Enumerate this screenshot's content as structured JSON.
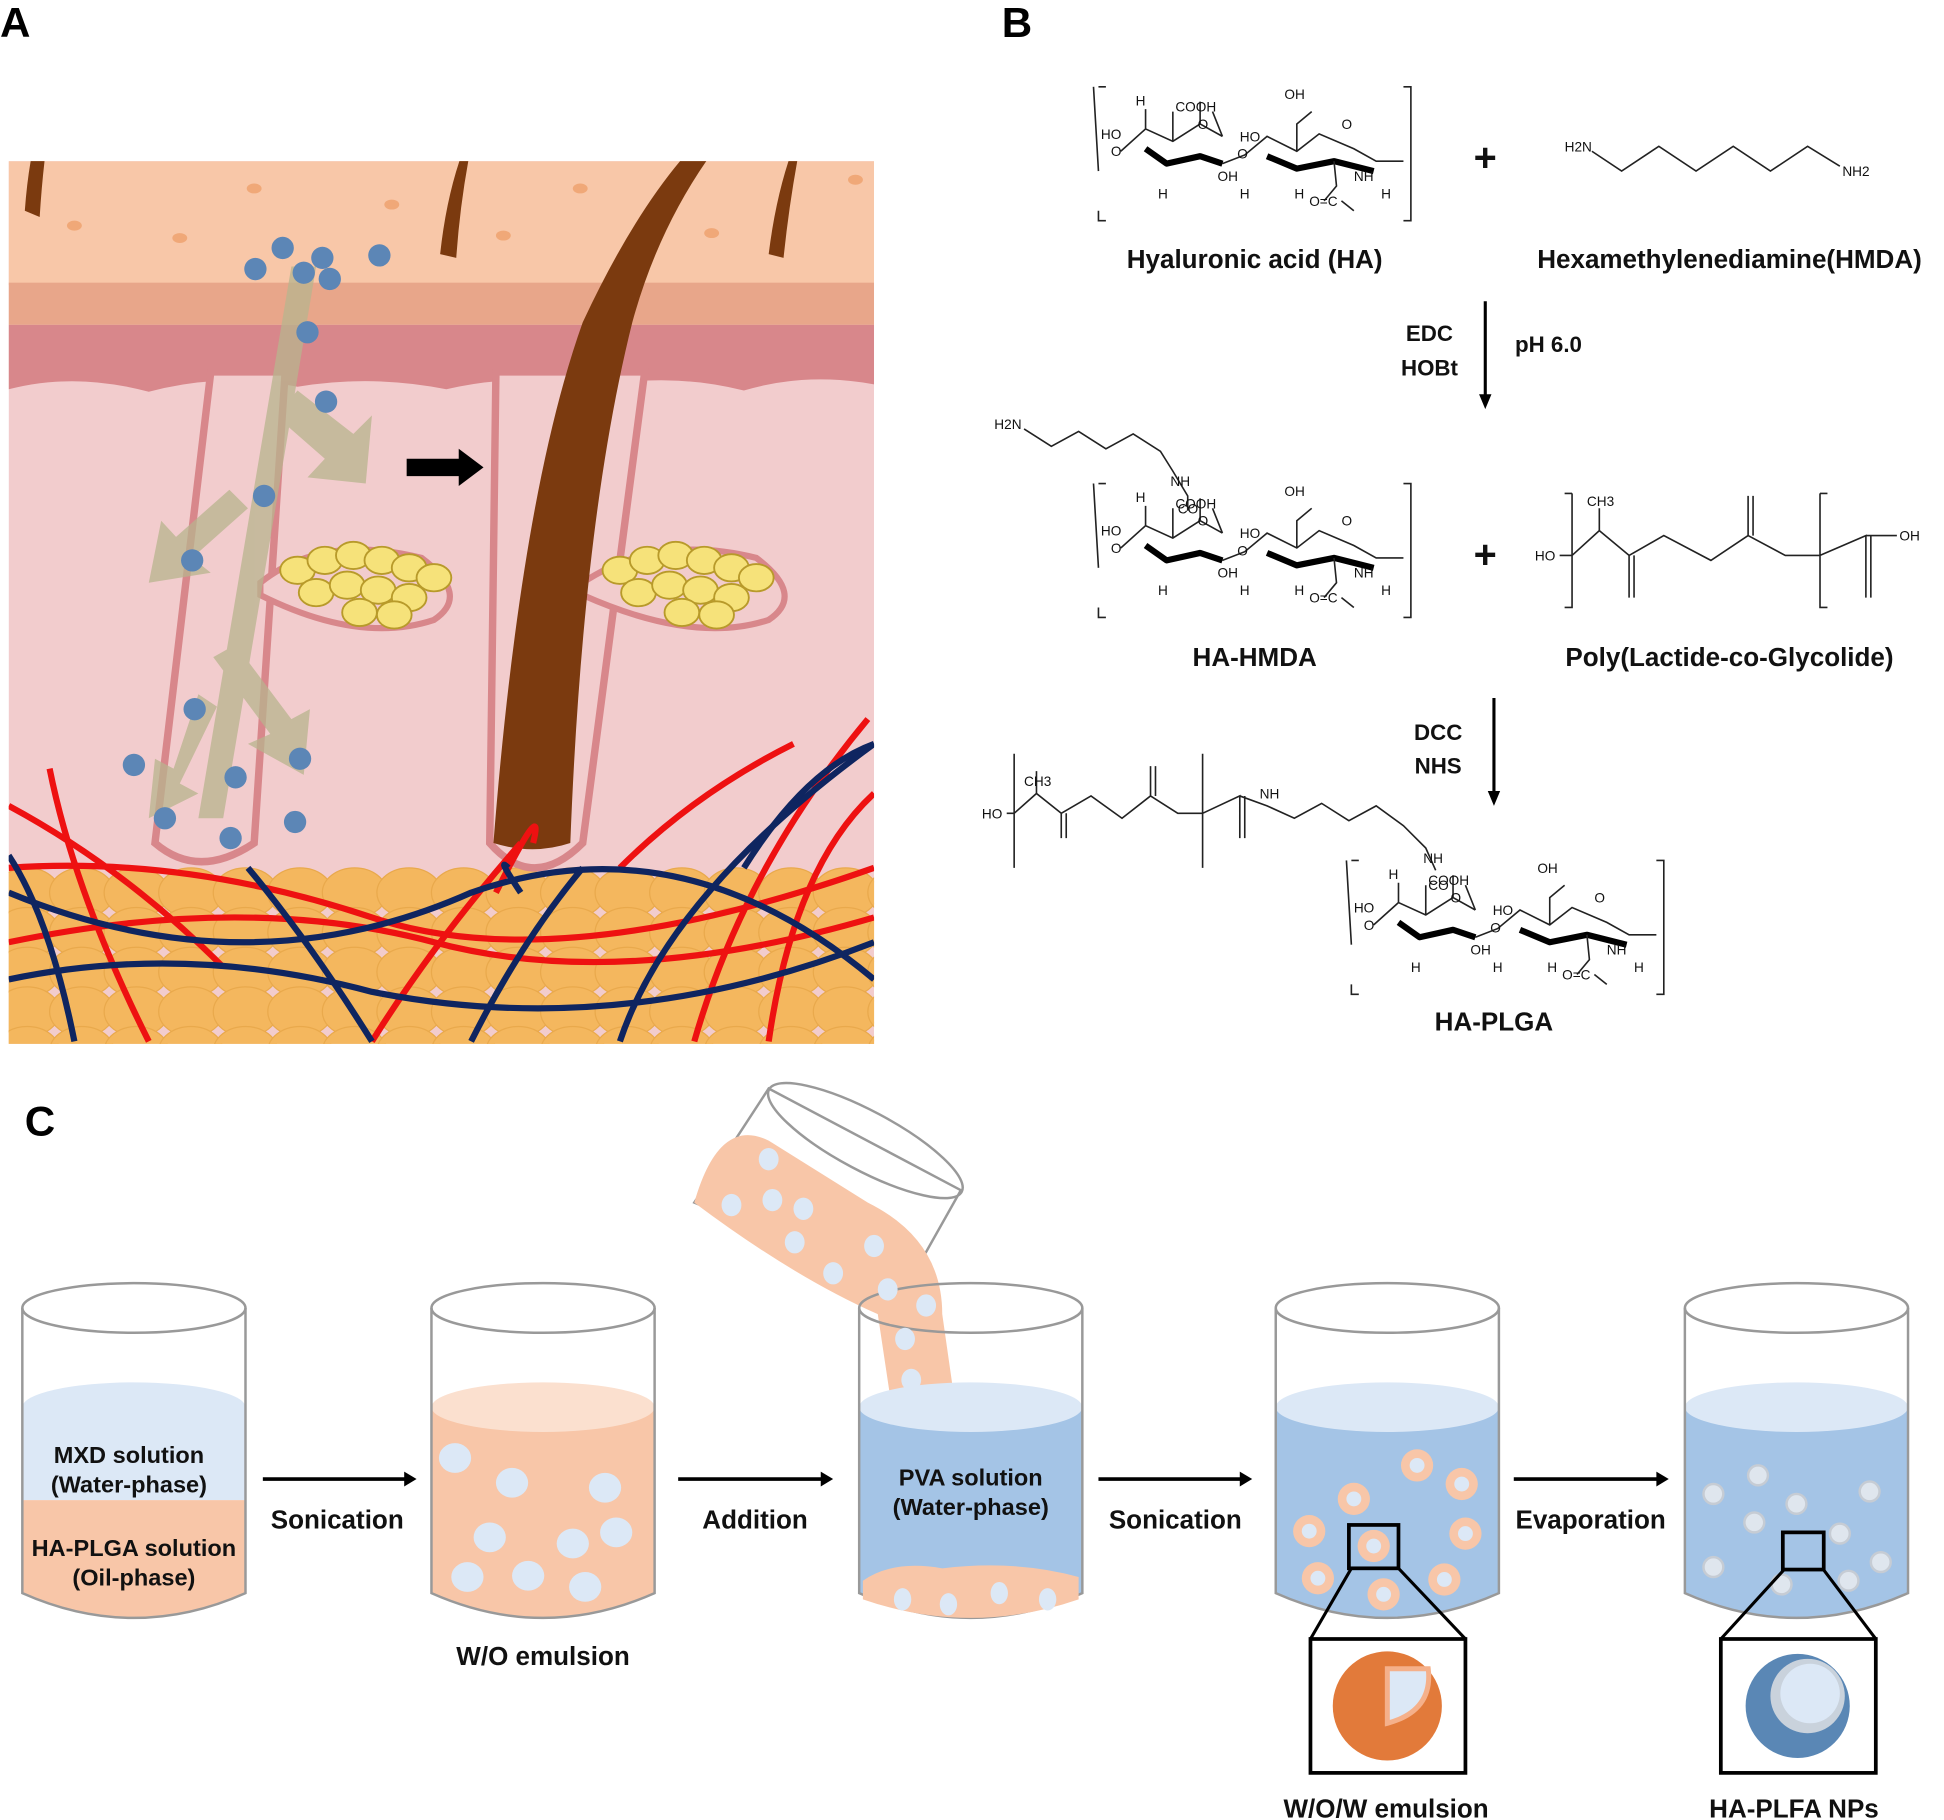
{
  "panels": {
    "a": "A",
    "b": "B",
    "c": "C"
  },
  "panel_b": {
    "ha_label": "Hyaluronic acid (HA)",
    "hmda_label": "Hexamethylenediamine(HMDA)",
    "plus": "+",
    "step1_reagents": [
      "EDC",
      "HOBt"
    ],
    "step1_condition": "pH 6.0",
    "ha_hmda_label": "HA-HMDA",
    "plga_label": "Poly(Lactide-co-Glycolide)",
    "step2_reagents": [
      "DCC",
      "NHS"
    ],
    "ha_plga_label": "HA-PLGA",
    "atoms": {
      "h": "H",
      "cooh": "COOH",
      "oh": "OH",
      "ho": "HO",
      "o": "O",
      "nh": "NH",
      "c": "O=C",
      "h2n": "H2N",
      "nh2": "NH2",
      "co": "CO",
      "ch3": "CH3"
    }
  },
  "panel_c": {
    "beaker1_top": [
      "MXD solution",
      "(Water-phase)"
    ],
    "beaker1_bottom": [
      "HA-PLGA solution",
      "(Oil-phase)"
    ],
    "beaker2_label": "W/O emulsion",
    "beaker3_text": [
      "PVA solution",
      "(Water-phase)"
    ],
    "beaker4_label": "W/O/W emulsion",
    "beaker5_label": "HA-PLFA NPs",
    "steps": [
      "Sonication",
      "Addition",
      "Sonication",
      "Evaporation"
    ]
  },
  "colors": {
    "skin": "#f8c7a8",
    "dermis": "#f2cccd",
    "papillary": "#d8878b",
    "hair": "#7b3a0f",
    "fat": "#f4c06a",
    "artery": "#ee1111",
    "vein": "#0f2560",
    "nanoparticle": "#5c86b6",
    "oil_phase": "#f8c6a8",
    "water_phase": "#a4c4e6",
    "water_light": "#dce8f6"
  }
}
